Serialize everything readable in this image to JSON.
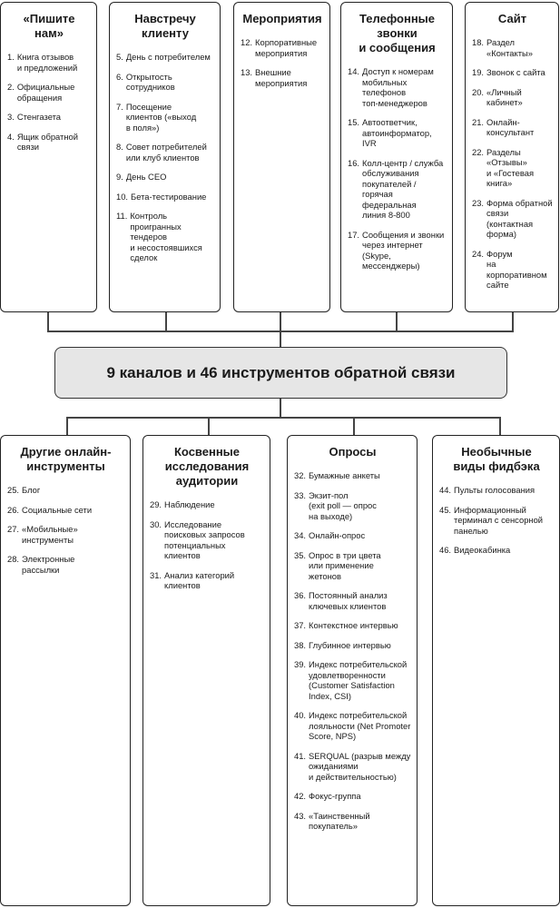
{
  "center_title": "9 каналов и 46 инструментов обратной связи",
  "top_channels": [
    {
      "title": "«Пишите нам»",
      "items": [
        {
          "num": "1.",
          "text": "Книга отзывов\nи предложений"
        },
        {
          "num": "2.",
          "text": "Официальные\nобращения"
        },
        {
          "num": "3.",
          "text": "Стенгазета"
        },
        {
          "num": "4.",
          "text": "Ящик обратной\nсвязи"
        }
      ]
    },
    {
      "title": "Навстречу\nклиенту",
      "items": [
        {
          "num": "5.",
          "text": "День с потребителем"
        },
        {
          "num": "6.",
          "text": "Открытость\nсотрудников"
        },
        {
          "num": "7.",
          "text": "Посещение\nклиентов («выход\nв поля»)"
        },
        {
          "num": "8.",
          "text": "Совет потребителей\nили клуб клиентов"
        },
        {
          "num": "9.",
          "text": "День CEO"
        },
        {
          "num": "10.",
          "text": "Бета-тестирование"
        },
        {
          "num": "11.",
          "text": "Контроль\nпроигранных тендеров\nи несостоявшихся\nсделок"
        }
      ]
    },
    {
      "title": "Мероприятия",
      "items": [
        {
          "num": "12.",
          "text": "Корпоративные\nмероприятия"
        },
        {
          "num": "13.",
          "text": "Внешние\nмероприятия"
        }
      ]
    },
    {
      "title": "Телефонные звонки\nи сообщения",
      "items": [
        {
          "num": "14.",
          "text": "Доступ к номерам\nмобильных\nтелефонов\nтоп-менеджеров"
        },
        {
          "num": "15.",
          "text": "Автоответчик,\nавтоинформатор, IVR"
        },
        {
          "num": "16.",
          "text": "Колл-центр / служба\nобслуживания\nпокупателей / горячая\nфедеральная\nлиния 8-800"
        },
        {
          "num": "17.",
          "text": "Сообщения и звонки\nчерез интернет (Skype,\nмессенджеры)"
        }
      ]
    },
    {
      "title": "Сайт",
      "items": [
        {
          "num": "18.",
          "text": "Раздел\n«Контакты»"
        },
        {
          "num": "19.",
          "text": "Звонок с сайта"
        },
        {
          "num": "20.",
          "text": "«Личный\nкабинет»"
        },
        {
          "num": "21.",
          "text": "Онлайн-консультант"
        },
        {
          "num": "22.",
          "text": "Разделы\n«Отзывы»\nи «Гостевая книга»"
        },
        {
          "num": "23.",
          "text": "Форма обратной\nсвязи (контактная\nформа)"
        },
        {
          "num": "24.",
          "text": "Форум\nна корпоративном\nсайте"
        }
      ]
    }
  ],
  "bottom_channels": [
    {
      "title": "Другие онлайн-\nинструменты",
      "items": [
        {
          "num": "25.",
          "text": "Блог"
        },
        {
          "num": "26.",
          "text": "Социальные сети"
        },
        {
          "num": "27.",
          "text": "«Мобильные»\nинструменты"
        },
        {
          "num": "28.",
          "text": "Электронные\nрассылки"
        }
      ]
    },
    {
      "title": "Косвенные\nисследования аудитории",
      "items": [
        {
          "num": "29.",
          "text": "Наблюдение"
        },
        {
          "num": "30.",
          "text": "Исследование\nпоисковых запросов\nпотенциальных\nклиентов"
        },
        {
          "num": "31.",
          "text": "Анализ категорий\nклиентов"
        }
      ]
    },
    {
      "title": "Опросы",
      "items": [
        {
          "num": "32.",
          "text": "Бумажные анкеты"
        },
        {
          "num": "33.",
          "text": "Экзит-пол\n(exit poll — опрос\nна выходе)"
        },
        {
          "num": "34.",
          "text": "Онлайн-опрос"
        },
        {
          "num": "35.",
          "text": "Опрос в три цвета\nили применение\nжетонов"
        },
        {
          "num": "36.",
          "text": "Постоянный анализ\nключевых клиентов"
        },
        {
          "num": "37.",
          "text": "Контекстное интервью"
        },
        {
          "num": "38.",
          "text": "Глубинное интервью"
        },
        {
          "num": "39.",
          "text": "Индекс потребительской\nудовлетворенности\n(Customer Satisfaction\nIndex, CSI)"
        },
        {
          "num": "40.",
          "text": "Индекс потребительской\nлояльности (Net Promoter\nScore, NPS)"
        },
        {
          "num": "41.",
          "text": "SERQUAL (разрыв между\nожиданиями\nи действительностью)"
        },
        {
          "num": "42.",
          "text": "Фокус-группа"
        },
        {
          "num": "43.",
          "text": "«Таинственный\nпокупатель»"
        }
      ]
    },
    {
      "title": "Необычные\nвиды фидбэка",
      "items": [
        {
          "num": "44.",
          "text": "Пульты голосования"
        },
        {
          "num": "45.",
          "text": "Информационный\nтерминал с сенсорной\nпанелью"
        },
        {
          "num": "46.",
          "text": "Видеокабинка"
        }
      ]
    }
  ]
}
